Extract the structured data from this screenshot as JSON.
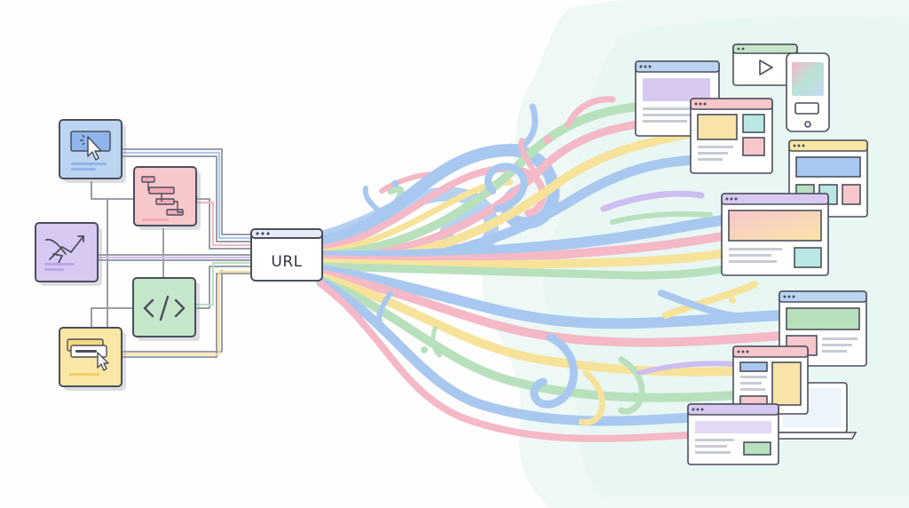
{
  "center_node": {
    "label": "URL",
    "icon": "browser-window-icon"
  },
  "source_tiles": [
    {
      "name": "cursor-click-tile",
      "icon": "cursor-click-icon",
      "color": "#bcd4f2"
    },
    {
      "name": "flowchart-tile",
      "icon": "flowchart-icon",
      "color": "#f7c7cc"
    },
    {
      "name": "analytics-tile",
      "icon": "trend-arrows-icon",
      "color": "#d7c9f1"
    },
    {
      "name": "code-tile",
      "icon": "code-brackets-icon",
      "color": "#c6e6c9"
    },
    {
      "name": "click-button-tile",
      "icon": "pointer-on-button-icon",
      "color": "#fae7a6"
    }
  ],
  "palette": {
    "blue": "#a9c8f0",
    "pink": "#f4b8c6",
    "yellow": "#f7e29a",
    "green": "#b8e0bd",
    "purple": "#cdbdf0",
    "teal": "#b9e7e3",
    "outline": "#4a4f5c"
  },
  "output_screens": [
    {
      "type": "browser-window",
      "icon": "browser-window-icon"
    },
    {
      "type": "video-player",
      "icon": "play-icon"
    },
    {
      "type": "mobile-phone",
      "icon": "phone-icon"
    },
    {
      "type": "browser-window",
      "icon": "browser-window-icon"
    },
    {
      "type": "browser-window",
      "icon": "browser-window-icon"
    },
    {
      "type": "browser-window",
      "icon": "browser-window-icon"
    },
    {
      "type": "browser-window",
      "icon": "browser-window-icon"
    },
    {
      "type": "browser-window",
      "icon": "browser-window-icon"
    },
    {
      "type": "laptop",
      "icon": "laptop-icon"
    },
    {
      "type": "browser-window",
      "icon": "browser-window-icon"
    }
  ]
}
